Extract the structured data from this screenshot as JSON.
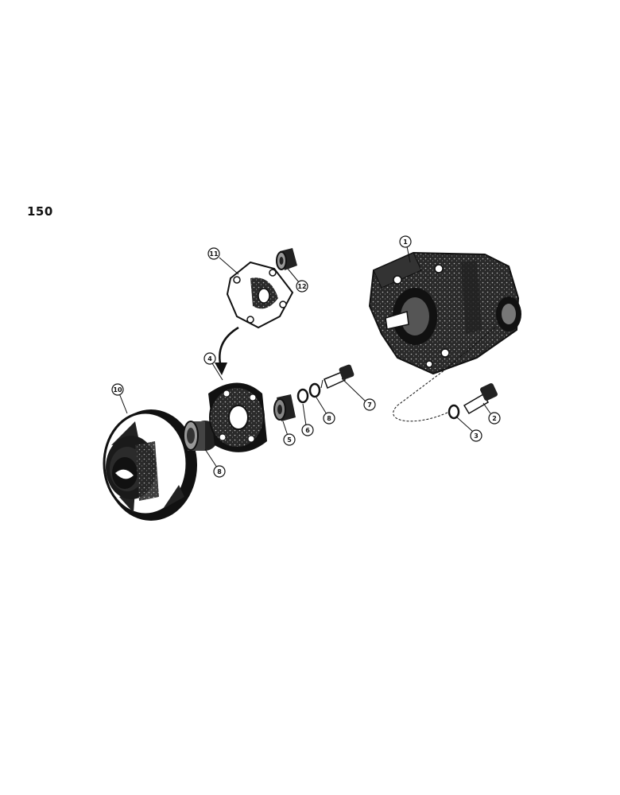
{
  "page": {
    "number": "150"
  },
  "callouts": [
    {
      "id": "c1",
      "label": "1"
    },
    {
      "id": "c2",
      "label": "2"
    },
    {
      "id": "c3",
      "label": "3"
    },
    {
      "id": "c4",
      "label": "4"
    },
    {
      "id": "c5",
      "label": "5"
    },
    {
      "id": "c6",
      "label": "6"
    },
    {
      "id": "c7",
      "label": "7"
    },
    {
      "id": "c8a",
      "label": "8"
    },
    {
      "id": "c8b",
      "label": "8"
    },
    {
      "id": "c10",
      "label": "10"
    },
    {
      "id": "c11",
      "label": "11"
    },
    {
      "id": "c12",
      "label": "12"
    }
  ],
  "colors": {
    "ink": "#111111",
    "paper": "#ffffff",
    "shade": "#555555"
  }
}
